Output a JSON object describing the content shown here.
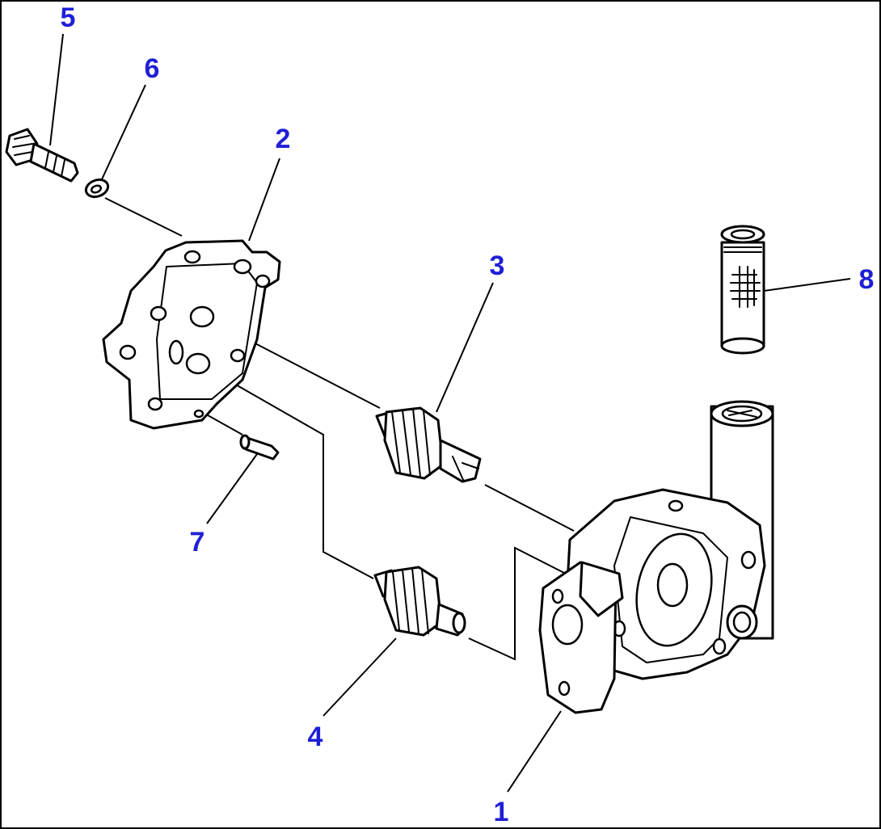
{
  "theme": {
    "callout_color": "#1f1fd6",
    "line_color": "#000000"
  },
  "callouts": [
    {
      "number": "1"
    },
    {
      "number": "2"
    },
    {
      "number": "3"
    },
    {
      "number": "4"
    },
    {
      "number": "5"
    },
    {
      "number": "6"
    },
    {
      "number": "7"
    },
    {
      "number": "8"
    }
  ]
}
